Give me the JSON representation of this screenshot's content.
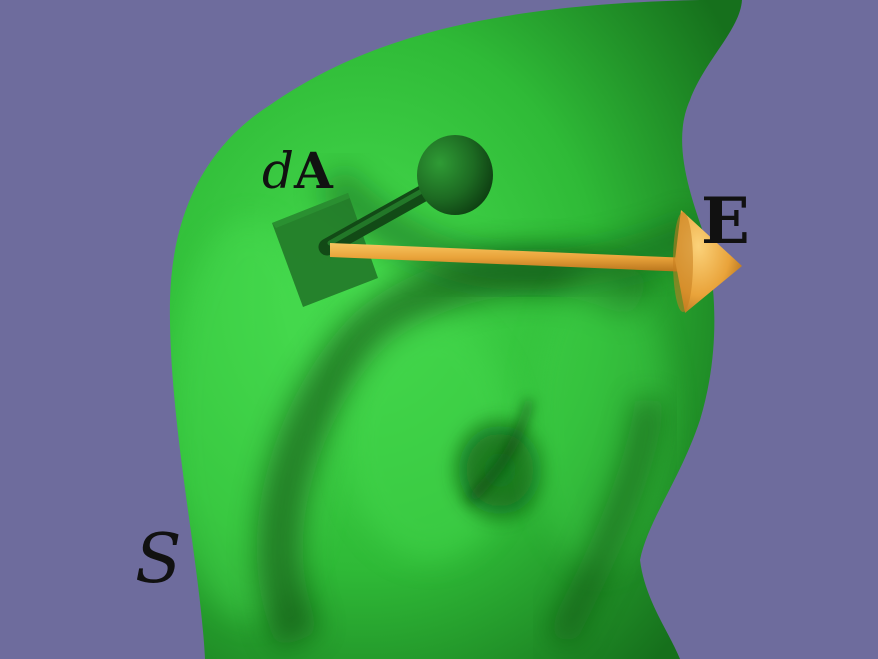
{
  "labels": {
    "area_element_d": "d",
    "area_element_A": "A",
    "field_vector": "E",
    "surface": "S"
  },
  "colors": {
    "background": "#6e6c9d",
    "surface_green": "#2fc23a",
    "surface_dark": "#0d4d12",
    "area_patch": "#247d2a",
    "normal_vector": "#1c6b22",
    "field_vector": "#e9a33a",
    "label_text": "#111111"
  }
}
